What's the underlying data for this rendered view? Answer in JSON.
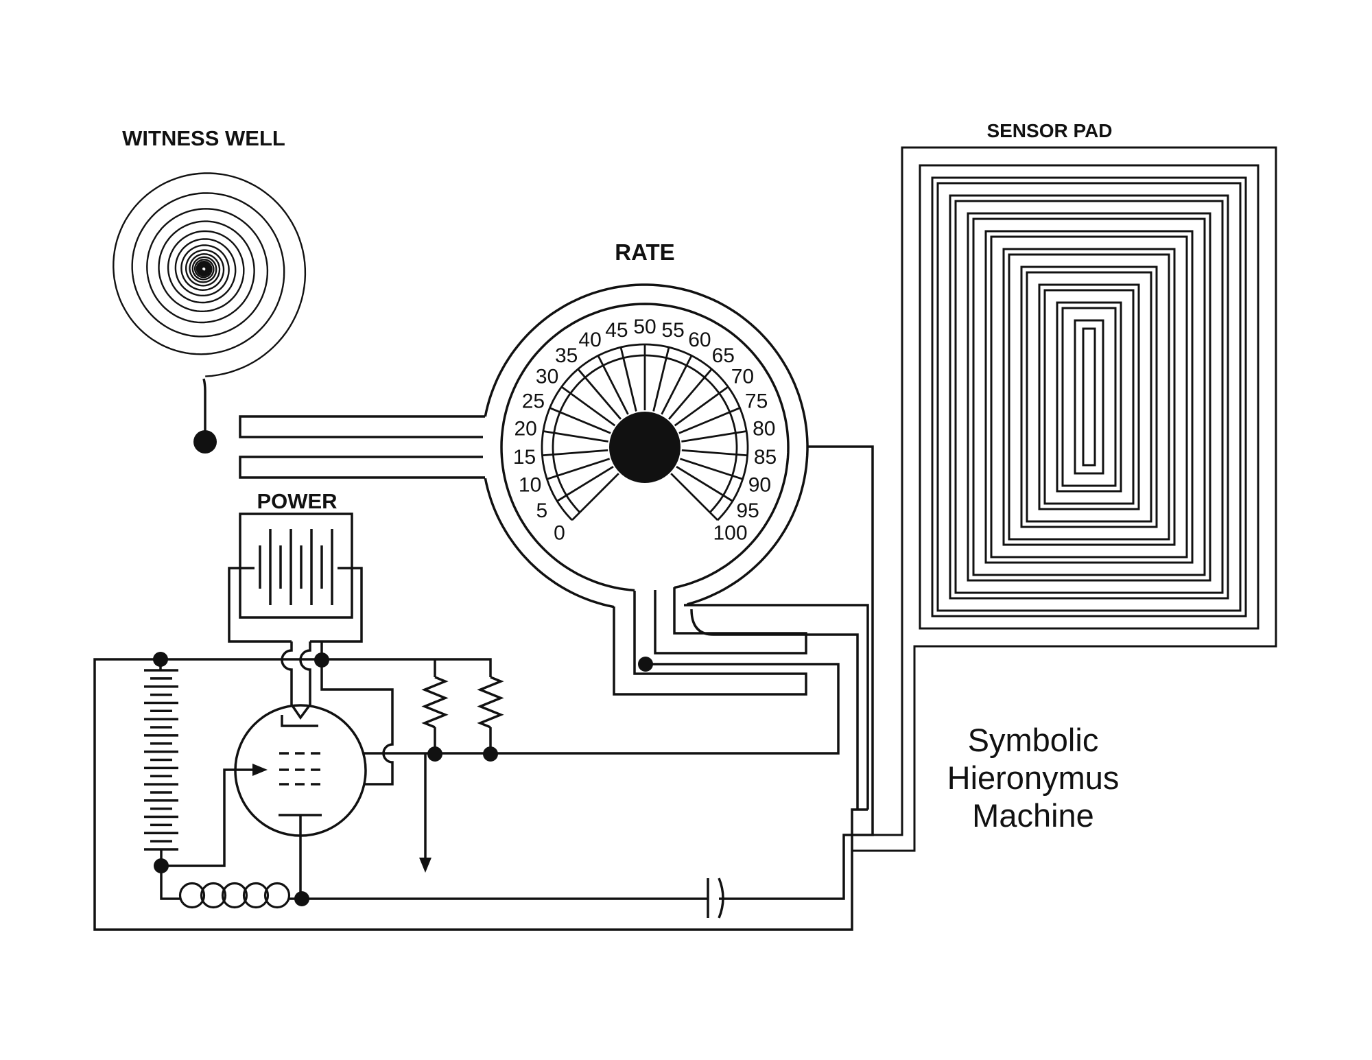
{
  "title": "Symbolic Hieronymus Machine",
  "colors": {
    "ink": "#111111",
    "background": "#ffffff"
  },
  "labels": {
    "witness_well": "WITNESS WELL",
    "rate": "RATE",
    "sensor_pad": "SENSOR PAD",
    "power": "POWER"
  },
  "caption": {
    "line1": "Symbolic",
    "line2": "Hieronymus",
    "line3": "Machine"
  },
  "dial": {
    "min": 0,
    "max": 100,
    "step": 5,
    "values": [
      0,
      5,
      10,
      15,
      20,
      25,
      30,
      35,
      40,
      45,
      50,
      55,
      60,
      65,
      70,
      75,
      80,
      85,
      90,
      95,
      100
    ],
    "sweep_deg": 270,
    "start_angle_deg": 135,
    "deg_per_unit": 2.7
  }
}
